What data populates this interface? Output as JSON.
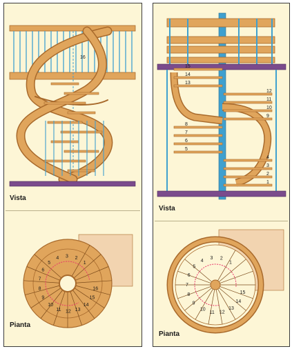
{
  "left_panel": {
    "elevation_label": "Vista",
    "plan_label": "Pianta",
    "elevation_step_number": "16",
    "plan_steps": [
      "1",
      "2",
      "3",
      "4",
      "5",
      "6",
      "7",
      "8",
      "9",
      "10",
      "11",
      "12",
      "13",
      "14",
      "15",
      "16"
    ]
  },
  "right_panel": {
    "elevation_label": "Vista",
    "plan_label": "Pianta",
    "elevation_steps": [
      "1",
      "2",
      "3",
      "4",
      "5",
      "6",
      "7",
      "8",
      "9",
      "10",
      "11",
      "12",
      "13",
      "14",
      "15"
    ],
    "plan_steps": [
      "1",
      "2",
      "3",
      "4",
      "5",
      "6",
      "7",
      "8",
      "9",
      "10",
      "11",
      "12",
      "13",
      "14",
      "15"
    ]
  },
  "colors": {
    "panel_bg": "#fdf6d6",
    "wood": "#e0a55c",
    "wood_dark": "#a86a2c",
    "baluster": "#3fa0cf",
    "floor": "#7b4b8c",
    "landing": "#f2d4b0",
    "path_marker": "#e8376b"
  }
}
